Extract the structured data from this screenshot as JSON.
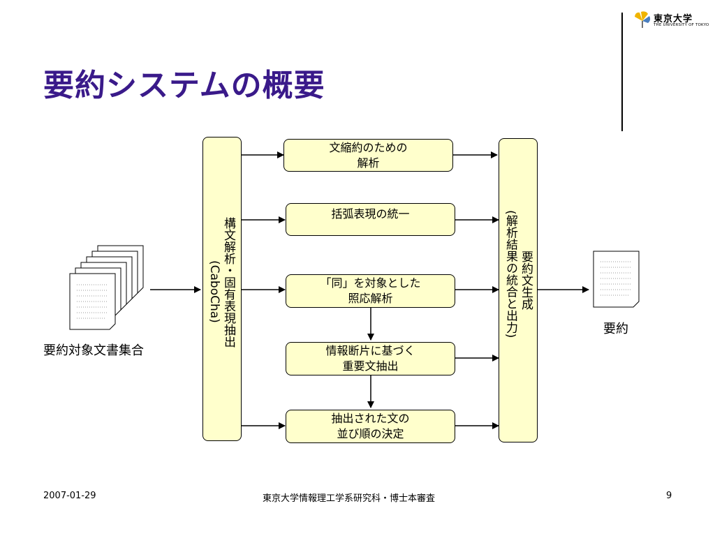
{
  "slide": {
    "title": "要約システムの概要",
    "logo": {
      "main": "東京大学",
      "sub": "THE UNIVERSITY OF TOKYO"
    }
  },
  "diagram": {
    "left_panel": {
      "line1": "構文解析・固有表現抽出",
      "line2": "(CaboCha)"
    },
    "right_panel": {
      "line1": "要約文生成",
      "line2": "(解析結果の統合と出力)"
    },
    "steps": [
      {
        "line1": "文縮約のための",
        "line2": "解析"
      },
      {
        "line1": "括弧表現の統一",
        "line2": ""
      },
      {
        "line1": "「同」を対象とした",
        "line2": "照応解析"
      },
      {
        "line1": "情報断片に基づく",
        "line2": "重要文抽出"
      },
      {
        "line1": "抽出された文の",
        "line2": "並び順の決定"
      }
    ],
    "input_label": "要約対象文書集合",
    "output_label": "要約"
  },
  "footer": {
    "date": "2007-01-29",
    "organization": "東京大学情報理工学系研究科・博士本審査",
    "page": "9"
  }
}
